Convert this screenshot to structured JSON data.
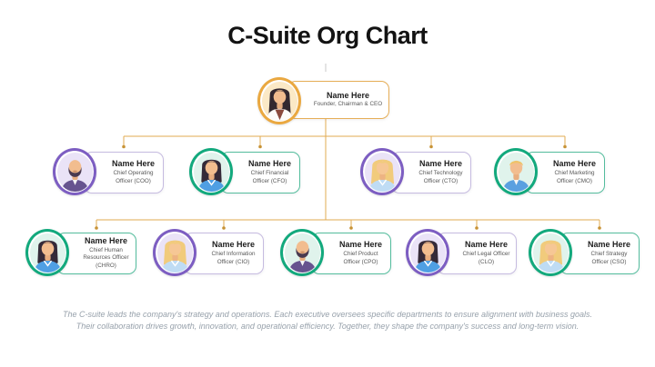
{
  "header": {
    "title": "C-Suite Org Chart"
  },
  "colors": {
    "connector": "#E2AB52",
    "connector_dot": "#C79235",
    "ring_gold": "#EAA840",
    "ring_purple": "#7D5EC2",
    "ring_green": "#13A97D"
  },
  "org": {
    "ceo": {
      "name": "Name Here",
      "title": "Founder, Chairman & CEO",
      "avatar": "woman-dark-hair-white-coat",
      "ring": "#EAA840"
    },
    "row2": [
      {
        "name": "Name Here",
        "title": "Chief Operating Officer (COO)",
        "avatar": "bald-man-beard",
        "ring": "#7D5EC2"
      },
      {
        "name": "Name Here",
        "title": "Chief Financial Officer (CFO)",
        "avatar": "woman-dark-hair",
        "ring": "#13A97D"
      },
      {
        "name": "Name Here",
        "title": "Chief Technology Officer (CTO)",
        "avatar": "blonde-long-hair",
        "ring": "#7D5EC2"
      },
      {
        "name": "Name Here",
        "title": "Chief Marketing Officer (CMO)",
        "avatar": "blonde-short-hair-man",
        "ring": "#13A97D"
      }
    ],
    "row3": [
      {
        "name": "Name Here",
        "title": "Chief Human Resources Officer (CHRO)",
        "avatar": "woman-dark-hair",
        "ring": "#13A97D"
      },
      {
        "name": "Name Here",
        "title": "Chief Information Officer (CIO)",
        "avatar": "blonde-long-hair",
        "ring": "#7D5EC2"
      },
      {
        "name": "Name Here",
        "title": "Chief Product Officer (CPO)",
        "avatar": "bald-man-beard",
        "ring": "#13A97D"
      },
      {
        "name": "Name Here",
        "title": "Chief Legal Officer (CLO)",
        "avatar": "woman-dark-hair",
        "ring": "#7D5EC2"
      },
      {
        "name": "Name Here",
        "title": "Chief Strategy Officer (CSO)",
        "avatar": "blonde-long-hair",
        "ring": "#13A97D"
      }
    ]
  },
  "footer": {
    "text": "The C-suite leads the company's strategy and operations. Each executive oversees specific departments to ensure alignment with business goals. Their collaboration drives growth, innovation, and operational efficiency. Together, they shape the company's success and long-term vision."
  }
}
